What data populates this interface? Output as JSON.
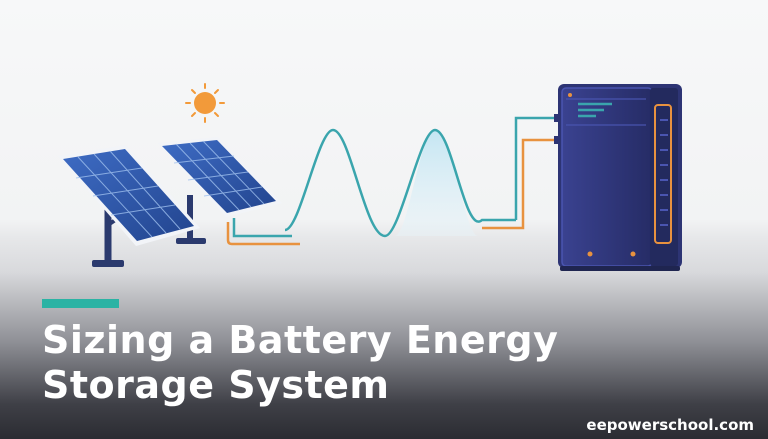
{
  "headline": {
    "line1": "Sizing a Battery Energy",
    "line2": "Storage System"
  },
  "site": {
    "credit": "eepowerschool.com"
  },
  "colors": {
    "accent": "#2bb3a4",
    "panel_blue": "#2f56a8",
    "battery_navy": "#2d3474",
    "cable_teal": "#3aa5ad",
    "cable_orange": "#e8923f",
    "sun_orange": "#f29a3a"
  },
  "icons": [
    "sun-icon",
    "solar-panel-icon",
    "solar-panel-icon",
    "sine-wave",
    "battery-cabinet-icon"
  ]
}
